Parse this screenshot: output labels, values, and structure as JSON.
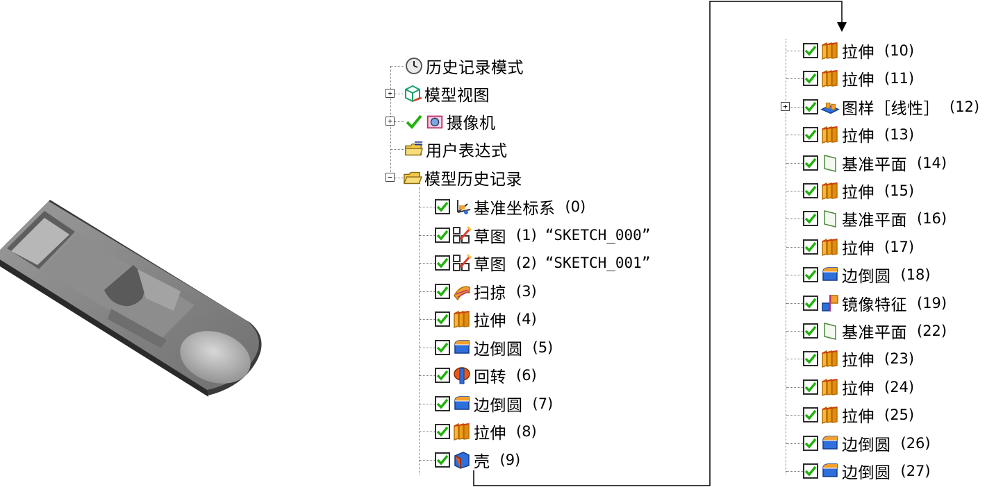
{
  "left_tree": {
    "history_mode": "历史记录模式",
    "model_views": "模型视图",
    "camera": "摄像机",
    "user_expressions": "用户表达式",
    "model_history": "模型历史记录",
    "features": [
      {
        "name": "基准坐标系",
        "num": "(0)",
        "extra": "",
        "icon": "datum-csys-icon"
      },
      {
        "name": "草图",
        "num": "(1)",
        "extra": "“SKETCH_000”",
        "icon": "sketch-icon"
      },
      {
        "name": "草图",
        "num": "(2)",
        "extra": "“SKETCH_001”",
        "icon": "sketch-icon"
      },
      {
        "name": "扫掠",
        "num": "(3)",
        "extra": "",
        "icon": "sweep-icon"
      },
      {
        "name": "拉伸",
        "num": "(4)",
        "extra": "",
        "icon": "extrude-icon"
      },
      {
        "name": "边倒圆",
        "num": "(5)",
        "extra": "",
        "icon": "edge-blend-icon"
      },
      {
        "name": "回转",
        "num": "(6)",
        "extra": "",
        "icon": "revolve-icon"
      },
      {
        "name": "边倒圆",
        "num": "(7)",
        "extra": "",
        "icon": "edge-blend-icon"
      },
      {
        "name": "拉伸",
        "num": "(8)",
        "extra": "",
        "icon": "extrude-icon"
      },
      {
        "name": "壳",
        "num": "(9)",
        "extra": "",
        "icon": "shell-icon"
      }
    ]
  },
  "right_tree": {
    "features": [
      {
        "name": "拉伸",
        "num": "(10)",
        "icon": "extrude-icon"
      },
      {
        "name": "拉伸",
        "num": "(11)",
        "icon": "extrude-icon"
      },
      {
        "name": "图样［线性］",
        "num": "(12)",
        "icon": "pattern-icon"
      },
      {
        "name": "拉伸",
        "num": "(13)",
        "icon": "extrude-icon"
      },
      {
        "name": "基准平面",
        "num": "(14)",
        "icon": "datum-plane-icon"
      },
      {
        "name": "拉伸",
        "num": "(15)",
        "icon": "extrude-icon"
      },
      {
        "name": "基准平面",
        "num": "(16)",
        "icon": "datum-plane-icon"
      },
      {
        "name": "拉伸",
        "num": "(17)",
        "icon": "extrude-icon"
      },
      {
        "name": "边倒圆",
        "num": "(18)",
        "icon": "edge-blend-icon"
      },
      {
        "name": "镜像特征",
        "num": "(19)",
        "icon": "mirror-icon"
      },
      {
        "name": "基准平面",
        "num": "(22)",
        "icon": "datum-plane-icon"
      },
      {
        "name": "拉伸",
        "num": "(23)",
        "icon": "extrude-icon"
      },
      {
        "name": "拉伸",
        "num": "(24)",
        "icon": "extrude-icon"
      },
      {
        "name": "拉伸",
        "num": "(25)",
        "icon": "extrude-icon"
      },
      {
        "name": "边倒圆",
        "num": "(26)",
        "icon": "edge-blend-icon"
      },
      {
        "name": "边倒圆",
        "num": "(27)",
        "icon": "edge-blend-icon"
      }
    ]
  },
  "colors": {
    "check": "#22b00f",
    "extrude": "#f0a020",
    "blend": "#2f6fdc",
    "arrow": "#000000"
  }
}
